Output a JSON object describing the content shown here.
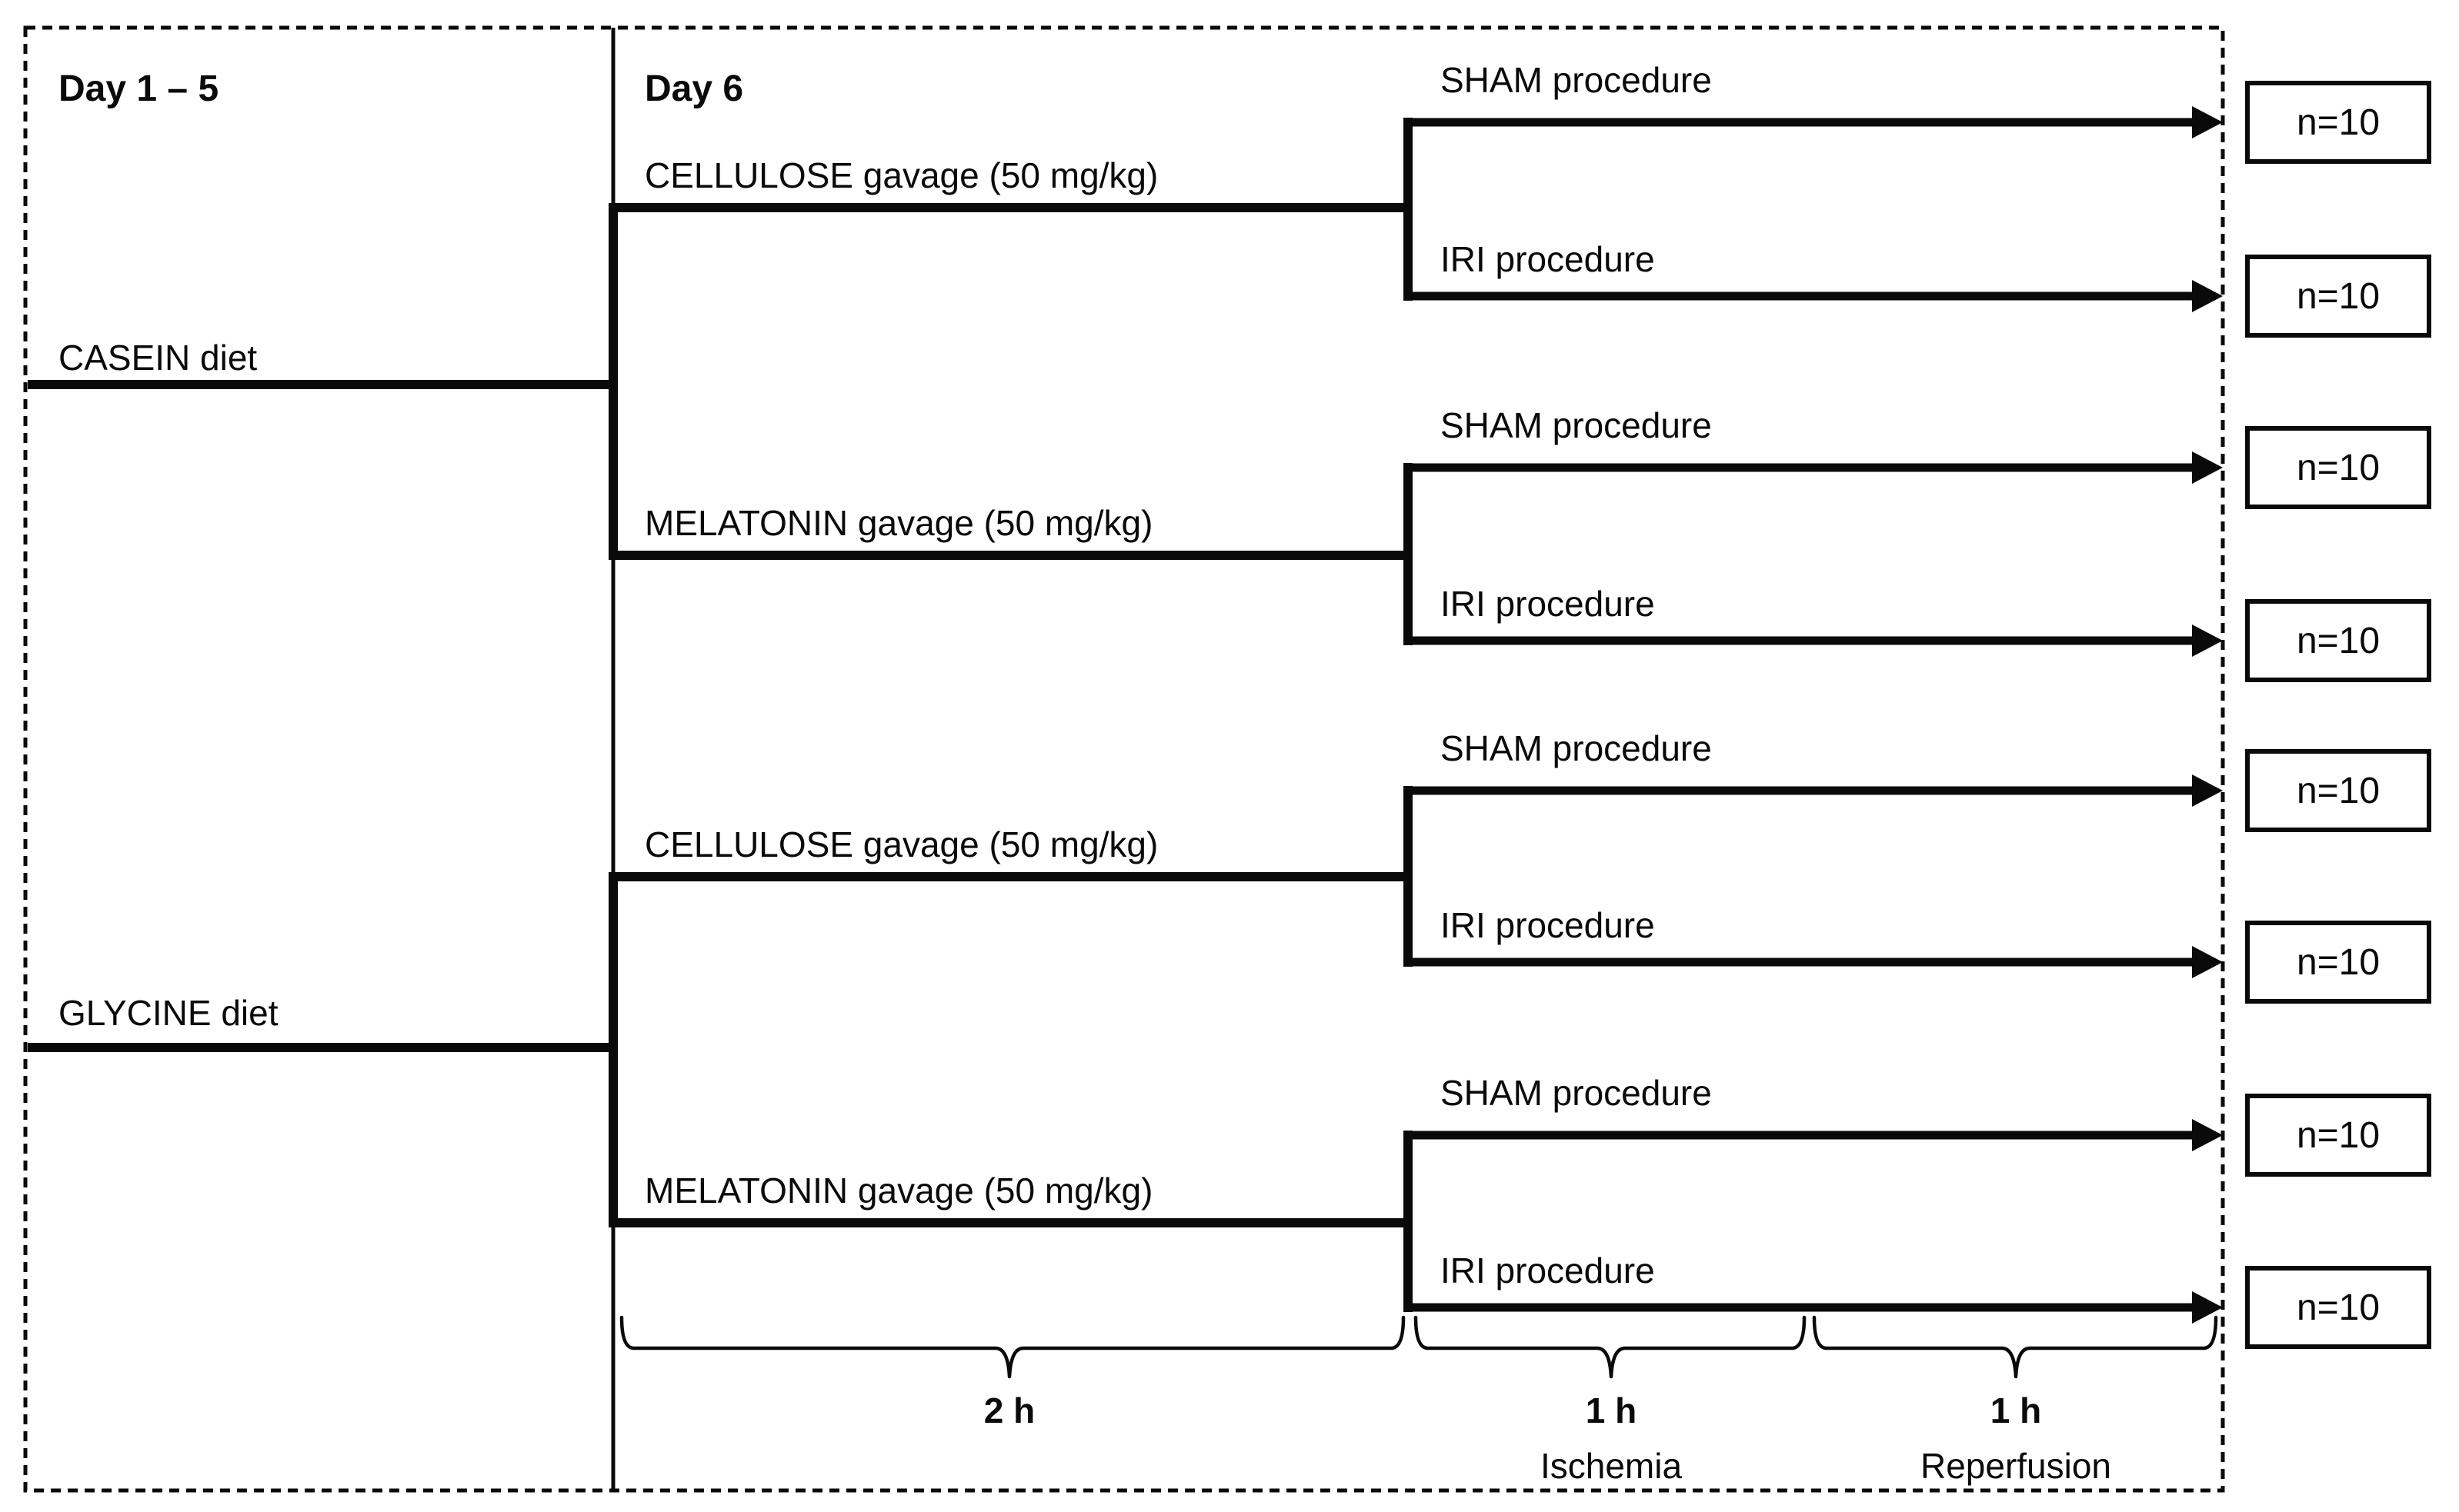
{
  "colors": {
    "ink": "#000000",
    "background": "#ffffff"
  },
  "headers": {
    "left": "Day 1 – 5",
    "right": "Day 6"
  },
  "groups": [
    {
      "diet": "CASEIN diet",
      "arms": [
        {
          "gavage": "CELLULOSE gavage (50 mg/kg)",
          "branches": [
            {
              "procedure": "SHAM procedure",
              "count": "n=10"
            },
            {
              "procedure": "IRI procedure",
              "count": "n=10"
            }
          ]
        },
        {
          "gavage": "MELATONIN gavage (50 mg/kg)",
          "branches": [
            {
              "procedure": "SHAM procedure",
              "count": "n=10"
            },
            {
              "procedure": "IRI procedure",
              "count": "n=10"
            }
          ]
        }
      ]
    },
    {
      "diet": "GLYCINE diet",
      "arms": [
        {
          "gavage": "CELLULOSE gavage (50 mg/kg)",
          "branches": [
            {
              "procedure": "SHAM procedure",
              "count": "n=10"
            },
            {
              "procedure": "IRI procedure",
              "count": "n=10"
            }
          ]
        },
        {
          "gavage": "MELATONIN gavage (50 mg/kg)",
          "branches": [
            {
              "procedure": "SHAM procedure",
              "count": "n=10"
            },
            {
              "procedure": "IRI procedure",
              "count": "n=10"
            }
          ]
        }
      ]
    }
  ],
  "timeline": [
    {
      "duration": "2 h",
      "phase": ""
    },
    {
      "duration": "1 h",
      "phase": "Ischemia"
    },
    {
      "duration": "1 h",
      "phase": "Reperfusion"
    }
  ]
}
